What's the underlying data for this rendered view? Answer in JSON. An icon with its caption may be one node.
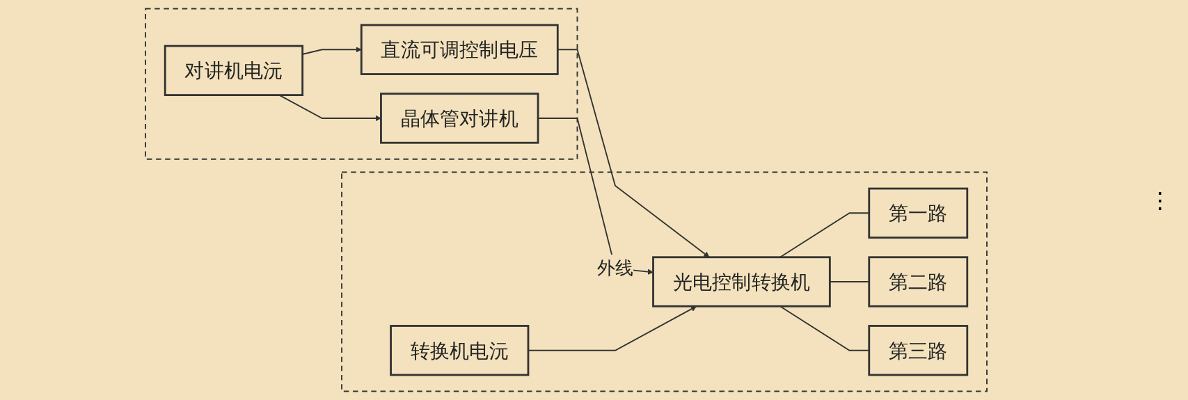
{
  "diagram": {
    "nodes": [
      {
        "text": [],
        "shape": "box"
      },
      {
        "text": [
          "晶体管对讲机"
        ],
        "in": 0
      },
      {
        "text": [
          "对讲机电沅"
        ],
        "in": 0
      },
      {
        "text": [
          "直流可调控制电压"
        ],
        "in": 0
      },
      {
        "text": [],
        "shape": "box"
      },
      {
        "text": [
          "光电控制转换机"
        ],
        "in": 4
      },
      {
        "text": [
          "转换机电沅"
        ],
        "in": 4
      },
      {
        "text": [
          "第一路"
        ],
        "in": 4
      },
      {
        "text": [
          "第二路"
        ],
        "in": 4
      },
      {
        "text": [
          "第三路"
        ],
        "in": 4
      }
    ],
    "edges": [
      {
        "from": 2,
        "to": 1,
        "arrow": "to"
      },
      {
        "from": 2,
        "to": 3,
        "arrow": "to"
      },
      {
        "from": 3,
        "to": 5,
        "arrow": "to"
      },
      {
        "from": 1,
        "to": 5,
        "arrow": "to",
        "label": "外线"
      },
      {
        "from": 6,
        "to": 5,
        "arrow": "to"
      },
      {
        "from": 5,
        "to": 7,
        "arrow": "none"
      },
      {
        "from": 5,
        "to": 8,
        "arrow": "none"
      },
      {
        "from": 5,
        "to": 9,
        "arrow": "none"
      }
    ],
    "labels": [
      "⋮"
    ]
  }
}
